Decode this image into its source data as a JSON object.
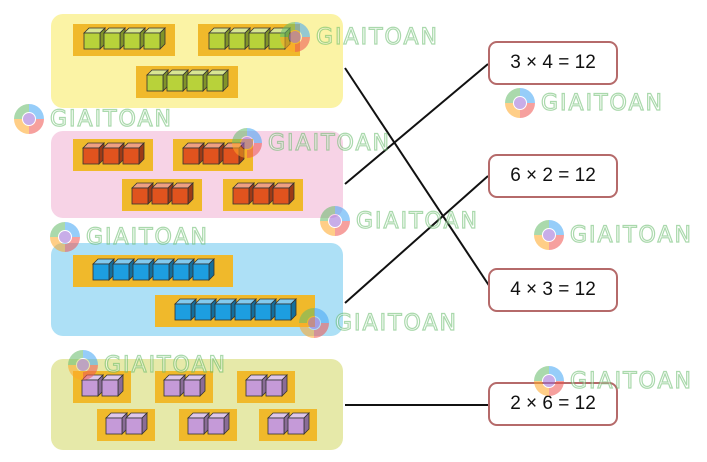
{
  "cards": [
    {
      "equation": "3 × 4 = 12"
    },
    {
      "equation": "6 × 2 = 12"
    },
    {
      "equation": "4 × 3 = 12"
    },
    {
      "equation": "2 × 6 = 12"
    }
  ],
  "panels": [
    {
      "bg": "#fbf3a5",
      "cube_color": "#b8d23a",
      "groups": 3,
      "cubes_per_group": 4
    },
    {
      "bg": "#f7d3e6",
      "cube_color": "#e0531e",
      "groups": 4,
      "cubes_per_group": 3
    },
    {
      "bg": "#ade0f6",
      "cube_color": "#1d9ee0",
      "groups": 2,
      "cubes_per_group": 6
    },
    {
      "bg": "#e6e9a9",
      "cube_color": "#c59ad8",
      "groups": 6,
      "cubes_per_group": 2
    }
  ],
  "matches": [
    {
      "panel": 1,
      "card": 3
    },
    {
      "panel": 2,
      "card": 1
    },
    {
      "panel": 3,
      "card": 2
    },
    {
      "panel": 4,
      "card": 4
    }
  ],
  "watermark": {
    "text": "GIAITOAN"
  }
}
